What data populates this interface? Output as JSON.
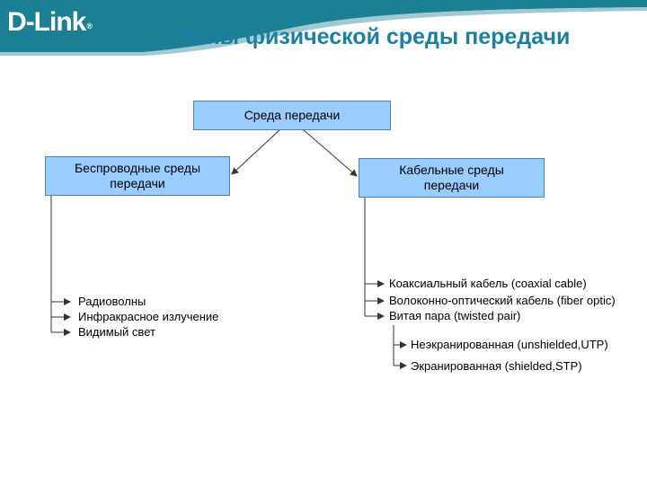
{
  "header": {
    "logo_text": "D-Link",
    "logo_mark": "®",
    "title": "Типы физической среды передачи",
    "band_color": "#1c7f93"
  },
  "diagram": {
    "root": "Среда передачи",
    "wireless": {
      "title_line1": "Беспроводные среды",
      "title_line2": "передачи",
      "items": [
        "Радиоволны",
        "Инфракрасное излучение",
        "Видимый свет"
      ]
    },
    "cable": {
      "title_line1": "Кабельные среды",
      "title_line2": "передачи",
      "items": [
        "Коаксиальный кабель (coaxial cable)",
        "Волоконно-оптический кабель (fiber optic)",
        "Витая пара (twisted pair)"
      ],
      "twisted_pair_subitems": [
        "Неэкранированная (unshielded,UTP)",
        "Экранированная (shielded,STP)"
      ]
    },
    "box_color": "#99ccff"
  }
}
